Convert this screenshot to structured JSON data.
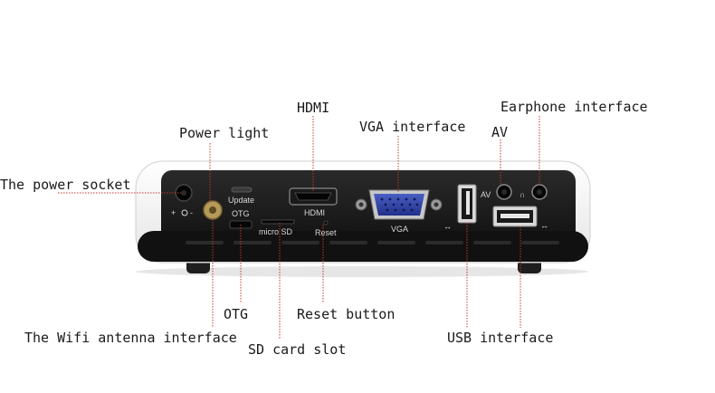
{
  "callouts": {
    "power_socket": "The power socket",
    "power_light": "Power light",
    "hdmi": "HDMI",
    "vga": "VGA interface",
    "av": "AV",
    "earphone": "Earphone interface",
    "otg": "OTG",
    "reset": "Reset button",
    "wifi_antenna": "The Wifi antenna interface",
    "sd_slot": "SD card slot",
    "usb": "USB interface"
  },
  "panel_labels": {
    "update": "Update",
    "otg": "OTG",
    "micro_sd": "micro SD",
    "reset": "Reset",
    "hdmi": "HDMI",
    "vga": "VGA",
    "av": "AV"
  },
  "colors": {
    "panel": "#151515",
    "shell": "#f2f2f2",
    "leader": "#c0392b",
    "connector_blue": "#2d3f9e"
  }
}
